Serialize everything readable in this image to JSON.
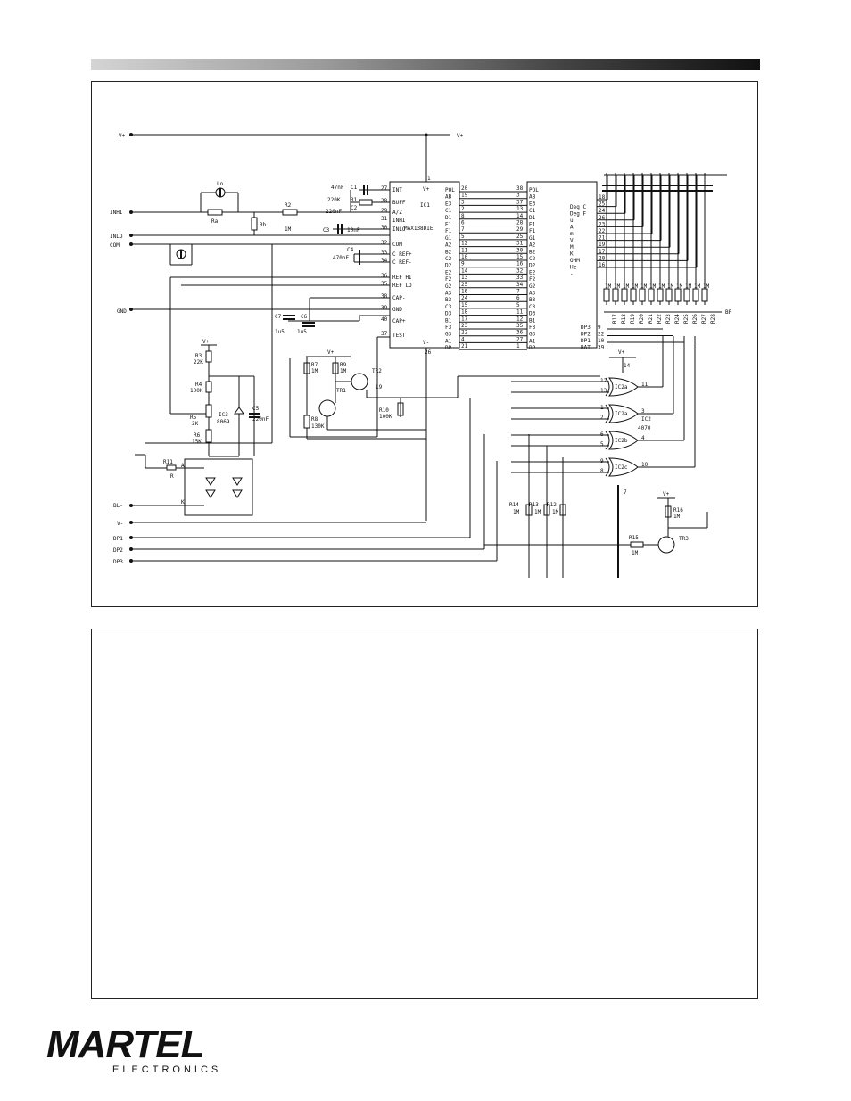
{
  "logo": {
    "main": "MARTEL",
    "sub": "ELECTRONICS"
  },
  "notes": {
    "label": ""
  },
  "schematic": {
    "left_terminals": [
      {
        "id": "vplus",
        "label": "V+"
      },
      {
        "id": "inhi",
        "label": "INHI"
      },
      {
        "id": "inlo",
        "label": "INLO"
      },
      {
        "id": "com",
        "label": "COM"
      },
      {
        "id": "gnd",
        "label": "GND"
      },
      {
        "id": "bl",
        "label": "BL-"
      },
      {
        "id": "vminus",
        "label": "V-"
      },
      {
        "id": "dp1",
        "label": "DP1"
      },
      {
        "id": "dp2",
        "label": "DP2"
      },
      {
        "id": "dp3",
        "label": "DP3"
      }
    ],
    "vplus_right": "V+",
    "ic1": {
      "name": "IC1",
      "part": "MAX138DIE",
      "top_label": "V+",
      "top_pin": "1",
      "bottom_label": "V-",
      "bottom_pin": "26",
      "left_pins": [
        {
          "num": "27",
          "name": "INT"
        },
        {
          "num": "28",
          "name": "BUFF"
        },
        {
          "num": "29",
          "name": "A/Z"
        },
        {
          "num": "31",
          "name": "INHI"
        },
        {
          "num": "30",
          "name": "INLO"
        },
        {
          "num": "32",
          "name": "COM"
        },
        {
          "num": "33",
          "name": "C REF+"
        },
        {
          "num": "34",
          "name": "C REF-"
        },
        {
          "num": "36",
          "name": "REF HI"
        },
        {
          "num": "35",
          "name": "REF LO"
        },
        {
          "num": "38",
          "name": "CAP-"
        },
        {
          "num": "39",
          "name": "GND"
        },
        {
          "num": "40",
          "name": "CAP+"
        },
        {
          "num": "37",
          "name": "TEST"
        }
      ],
      "right_pins": [
        {
          "num": "20",
          "name": "POL"
        },
        {
          "num": "19",
          "name": "AB"
        },
        {
          "num": "3",
          "name": "E3"
        },
        {
          "num": "2",
          "name": "C1"
        },
        {
          "num": "8",
          "name": "D1"
        },
        {
          "num": "6",
          "name": "E1"
        },
        {
          "num": "7",
          "name": "F1"
        },
        {
          "num": "5",
          "name": "G1"
        },
        {
          "num": "12",
          "name": "A2"
        },
        {
          "num": "11",
          "name": "B2"
        },
        {
          "num": "10",
          "name": "C2"
        },
        {
          "num": "9",
          "name": "D2"
        },
        {
          "num": "14",
          "name": "E2"
        },
        {
          "num": "13",
          "name": "F2"
        },
        {
          "num": "25",
          "name": "G2"
        },
        {
          "num": "16",
          "name": "A3"
        },
        {
          "num": "24",
          "name": "B3"
        },
        {
          "num": "15",
          "name": "C3"
        },
        {
          "num": "18",
          "name": "D3"
        },
        {
          "num": "17",
          "name": "B1"
        },
        {
          "num": "23",
          "name": "F3"
        },
        {
          "num": "22",
          "name": "G3"
        },
        {
          "num": "4",
          "name": "A1"
        },
        {
          "num": "21",
          "name": "BP"
        }
      ]
    },
    "lcd": {
      "left_pins": [
        {
          "num": "38",
          "name": "POL"
        },
        {
          "num": "3",
          "name": "AB"
        },
        {
          "num": "37",
          "name": "E3"
        },
        {
          "num": "13",
          "name": "C1"
        },
        {
          "num": "14",
          "name": "D1"
        },
        {
          "num": "28",
          "name": "E1"
        },
        {
          "num": "29",
          "name": "F1"
        },
        {
          "num": "25",
          "name": "G1"
        },
        {
          "num": "31",
          "name": "A2"
        },
        {
          "num": "30",
          "name": "B2"
        },
        {
          "num": "15",
          "name": "C2"
        },
        {
          "num": "16",
          "name": "D2"
        },
        {
          "num": "32",
          "name": "E2"
        },
        {
          "num": "33",
          "name": "F2"
        },
        {
          "num": "34",
          "name": "G2"
        },
        {
          "num": "7",
          "name": "A3"
        },
        {
          "num": "6",
          "name": "B3"
        },
        {
          "num": "5",
          "name": "C3"
        },
        {
          "num": "11",
          "name": "D3"
        },
        {
          "num": "12",
          "name": "B1"
        },
        {
          "num": "35",
          "name": "F3"
        },
        {
          "num": "36",
          "name": "G3"
        },
        {
          "num": "27",
          "name": "A1"
        },
        {
          "num": "1",
          "name": "BP"
        }
      ],
      "annunciators": [
        "Deg C",
        "Deg F",
        "u",
        "A",
        "m",
        "V",
        "M",
        "K",
        "OHM",
        "Hz",
        "-"
      ],
      "right_pins": [
        {
          "num": "9",
          "name": "DP3"
        },
        {
          "num": "22",
          "name": "DP2"
        },
        {
          "num": "10",
          "name": "DP1"
        },
        {
          "num": "39",
          "name": "BAT"
        }
      ],
      "annunciator_pins": [
        "18",
        "25",
        "24",
        "26",
        "23",
        "22",
        "21",
        "19",
        "17",
        "20",
        "16"
      ]
    },
    "resistors_top": [
      "R17",
      "R18",
      "R19",
      "R20",
      "R21",
      "R22",
      "R23",
      "R24",
      "R25",
      "R26",
      "R27",
      "R28"
    ],
    "resistors_top_value": "1M",
    "bp_label": "BP",
    "components": {
      "lo": "Lo",
      "ra": "Ra",
      "rb": "Rb",
      "r2": "R2",
      "r2v": "1M",
      "c1": "C1",
      "c1v": "47nF",
      "r1": "R1",
      "r1v": "220K",
      "c2": "C2",
      "c2v": "220nF",
      "c3": "C3",
      "c3v": "10nF",
      "c4": "C4",
      "c4v": "470nF",
      "c7": "C7",
      "c7v": "1u5",
      "c6": "C6",
      "c6v": "1u5",
      "r3": "R3",
      "r3v": "22K",
      "r4": "R4",
      "r4v": "100K",
      "r5": "R5",
      "r5v": "2K",
      "r6": "R6",
      "r6v": "15K",
      "ic3": "IC3",
      "ic3v": "8069",
      "c5": "C5",
      "c5v": "220nF",
      "r7": "R7",
      "r7v": "1M",
      "r9": "R9",
      "r9v": "1M",
      "r8": "R8",
      "r8v": "130K",
      "r10": "R10",
      "r10v": "100K",
      "tr1": "TR1",
      "tr2": "TR2",
      "l9": "L9",
      "r11": "R11",
      "r11v": "R",
      "a": "A",
      "k": "K",
      "r14": "R14",
      "r13": "R13",
      "r12": "R12",
      "r121314v": "1M",
      "r15": "R15",
      "r15v": "1M",
      "r16": "R16",
      "r16v": "1M",
      "tr3": "TR3",
      "ic2": "IC2",
      "ic2v": "4070",
      "vplus": "V+",
      "vminus": "V-"
    },
    "gates": [
      {
        "name": "IC2a",
        "in1": "12",
        "in2": "13",
        "out": "11"
      },
      {
        "name": "IC2a",
        "in1": "1",
        "in2": "2",
        "out": "3"
      },
      {
        "name": "IC2b",
        "in1": "6",
        "in2": "5",
        "out": "4"
      },
      {
        "name": "IC2c",
        "in1": "9",
        "in2": "8",
        "out": "10"
      }
    ],
    "ic2_pins": {
      "vdd": "14",
      "vss": "7"
    }
  }
}
